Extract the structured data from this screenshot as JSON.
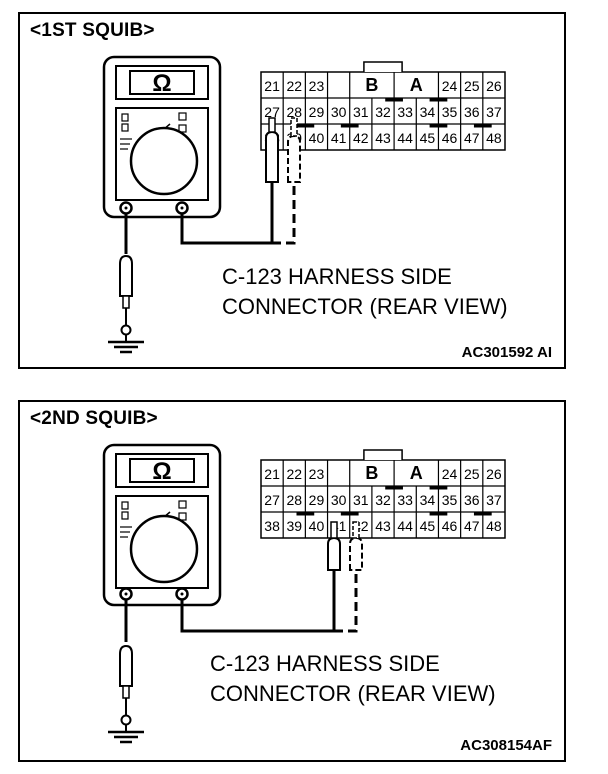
{
  "panels": [
    {
      "title": "<1ST SQUIB>",
      "caption_line1": "C-123 HARNESS SIDE",
      "caption_line2": "CONNECTOR (REAR VIEW)",
      "code": "AC301592 AI",
      "probe_pins": [
        "27",
        "28"
      ]
    },
    {
      "title": "<2ND SQUIB>",
      "caption_line1": "C-123 HARNESS SIDE",
      "caption_line2": "CONNECTOR (REAR VIEW)",
      "code": "AC308154AF",
      "probe_pins": [
        "41",
        "42"
      ]
    }
  ],
  "meter": {
    "unit_symbol": "Ω"
  },
  "connector": {
    "row1": [
      "21",
      "22",
      "23",
      "",
      "B",
      "A",
      "24",
      "25",
      "26"
    ],
    "row2": [
      "27",
      "28",
      "29",
      "30",
      "31",
      "32",
      "33",
      "34",
      "35",
      "36",
      "37"
    ],
    "row3": [
      "38",
      "39",
      "40",
      "41",
      "42",
      "43",
      "44",
      "45",
      "46",
      "47",
      "48"
    ]
  }
}
